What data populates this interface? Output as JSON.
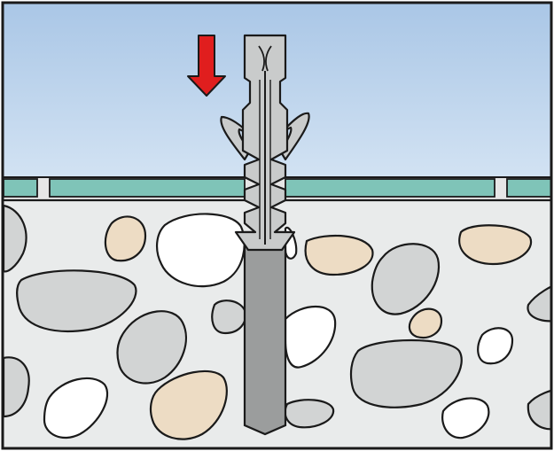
{
  "diagram": {
    "subject": "wall-plug-installation",
    "step": "insert-plug-into-drilled-hole",
    "arrow_direction": "down",
    "colors": {
      "sky_top": "#a9c6e6",
      "sky_bottom": "#d3e3f3",
      "tile": "#7fc4b8",
      "grout": "#e6e6e6",
      "masonry": "#e9ebeb",
      "stone_gray": "#d2d4d4",
      "stone_white": "#ffffff",
      "stone_beige": "#eddcc4",
      "drill_hole": "#9b9d9d",
      "plug": "#c9cbcb",
      "arrow": "#e01e1e",
      "outline": "#1a1a1a"
    }
  }
}
